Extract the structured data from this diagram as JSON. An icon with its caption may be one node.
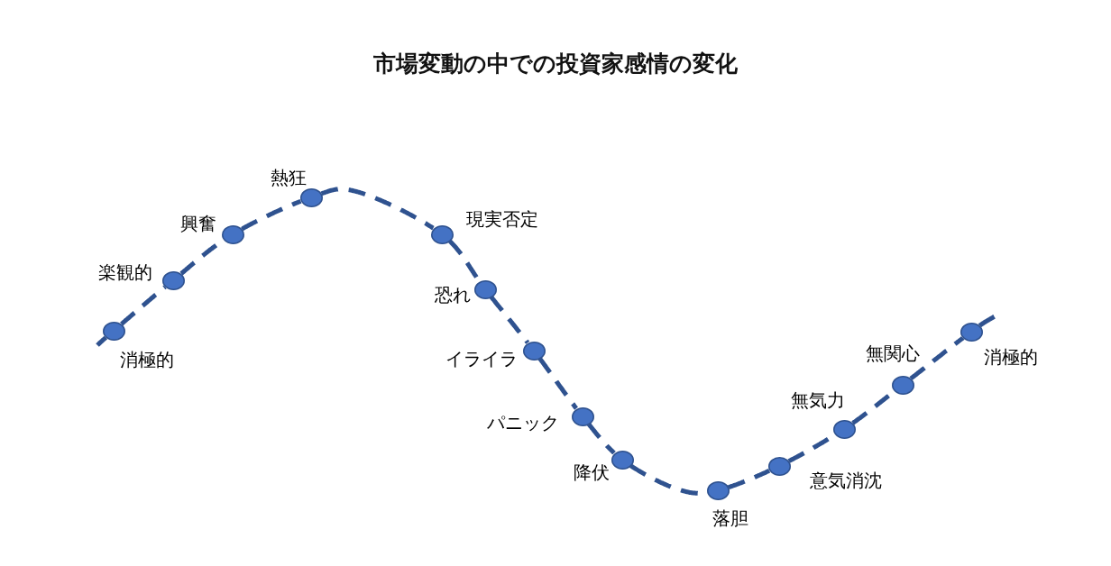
{
  "diagram": {
    "title": "市場変動の中での投資家感情の変化",
    "nodes": [
      {
        "text": [],
        "shape": "circle",
        "beside": [
          "消極的"
        ]
      },
      {
        "text": [],
        "shape": "circle",
        "beside": [
          "楽観的"
        ]
      },
      {
        "text": [],
        "shape": "circle",
        "beside": [
          "興奮"
        ]
      },
      {
        "text": [],
        "shape": "circle",
        "beside": [
          "熱狂"
        ]
      },
      {
        "text": [],
        "shape": "circle",
        "beside": [
          "現実否定"
        ]
      },
      {
        "text": [],
        "shape": "circle",
        "beside": [
          "恐れ"
        ]
      },
      {
        "text": [],
        "shape": "circle",
        "beside": [
          "イライラ"
        ]
      },
      {
        "text": [],
        "shape": "circle",
        "beside": [
          "パニック"
        ]
      },
      {
        "text": [],
        "shape": "circle",
        "beside": [
          "降伏"
        ]
      },
      {
        "text": [],
        "shape": "circle",
        "beside": [
          "落胆"
        ]
      },
      {
        "text": [],
        "shape": "circle",
        "beside": [
          "意気消沈"
        ]
      },
      {
        "text": [],
        "shape": "circle",
        "beside": [
          "無気力"
        ]
      },
      {
        "text": [],
        "shape": "circle",
        "beside": [
          "無関心"
        ]
      },
      {
        "text": [],
        "shape": "circle",
        "beside": [
          "消極的"
        ]
      }
    ],
    "edges": [
      {
        "from": null,
        "to": 0,
        "arrow": "none",
        "style": "dashed"
      },
      {
        "from": 0,
        "to": 1,
        "arrow": "none",
        "style": "dashed"
      },
      {
        "from": 1,
        "to": 2,
        "arrow": "none",
        "style": "dashed"
      },
      {
        "from": 2,
        "to": 3,
        "arrow": "none",
        "style": "dashed"
      },
      {
        "from": 3,
        "to": 4,
        "arrow": "none",
        "style": "dashed"
      },
      {
        "from": 4,
        "to": 5,
        "arrow": "none",
        "style": "dashed"
      },
      {
        "from": 5,
        "to": 6,
        "arrow": "none",
        "style": "dashed"
      },
      {
        "from": 6,
        "to": 7,
        "arrow": "none",
        "style": "dashed"
      },
      {
        "from": 7,
        "to": 8,
        "arrow": "none",
        "style": "dashed"
      },
      {
        "from": 8,
        "to": 9,
        "arrow": "none",
        "style": "dashed"
      },
      {
        "from": 9,
        "to": 10,
        "arrow": "none",
        "style": "dashed"
      },
      {
        "from": 10,
        "to": 11,
        "arrow": "none",
        "style": "dashed"
      },
      {
        "from": 11,
        "to": 12,
        "arrow": "none",
        "style": "dashed"
      },
      {
        "from": 12,
        "to": 13,
        "arrow": "none",
        "style": "dashed"
      },
      {
        "from": 13,
        "to": null,
        "arrow": "none",
        "style": "dashed"
      }
    ]
  }
}
